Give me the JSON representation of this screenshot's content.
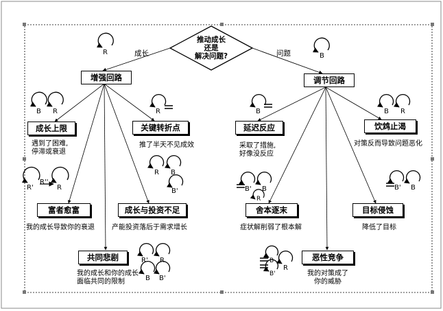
{
  "root": {
    "line1": "推动成长",
    "line2": "还是",
    "line3": "解决问题?"
  },
  "branches": {
    "growth": "成长",
    "problem": "问题"
  },
  "reinforcing": {
    "title": "增强回路",
    "limits": {
      "title": "成长上限",
      "cap1": "遇到了困难,",
      "cap2": "停滞或衰退"
    },
    "tipping": {
      "title": "关键转折点",
      "cap1": "推了半天不见成效"
    },
    "success": {
      "title": "富者愈富",
      "cap1": "我的成长导致你的衰退"
    },
    "underinvest": {
      "title": "成长与投资不足",
      "cap1": "产能投资落后于需求增长"
    },
    "tragedy": {
      "title": "共同悲剧",
      "cap1": "我的成长和你的成长",
      "cap2": "面临共同的限制"
    }
  },
  "balancing": {
    "title": "调节回路",
    "delay": {
      "title": "延迟反应",
      "cap1": "采取了措施,",
      "cap2": "好像没反应"
    },
    "fixes": {
      "title": "饮鸩止渴",
      "cap1": "对策反而导致问题恶化"
    },
    "shifting": {
      "title": "舍本逐末",
      "cap1": "症状解削弱了根本解"
    },
    "eroding": {
      "title": "目标侵蚀",
      "cap1": "降低了目标"
    },
    "escalation": {
      "title": "恶性竞争",
      "cap1": "我的对策成了",
      "cap2": "你的威胁"
    }
  },
  "loop_letters": {
    "R": "R",
    "B": "B",
    "R1": "R'",
    "R2": "R''",
    "B1": "B'"
  }
}
